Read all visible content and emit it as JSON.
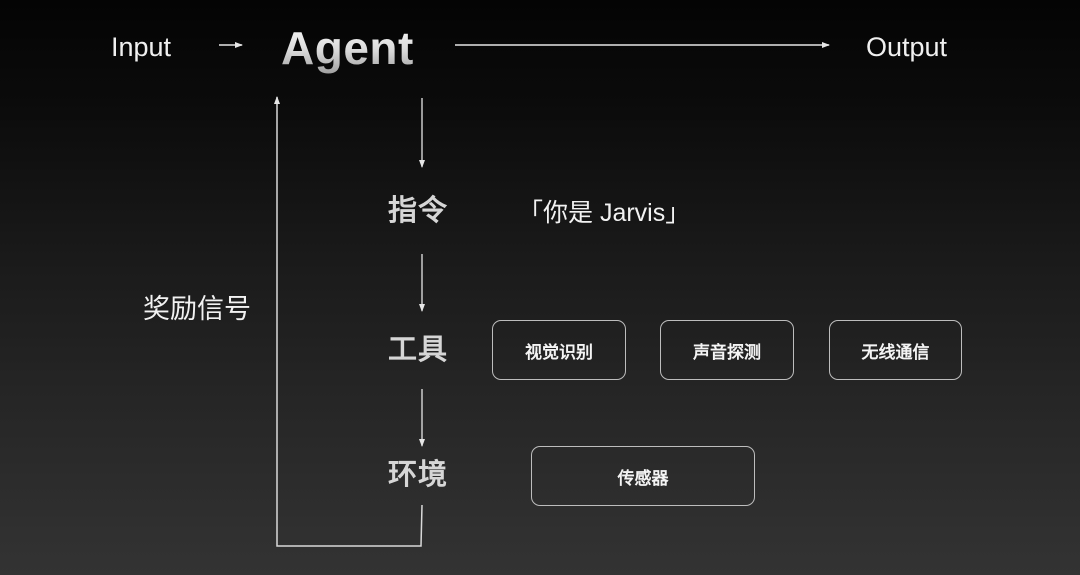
{
  "diagram": {
    "input_label": "Input",
    "agent_label": "Agent",
    "output_label": "Output",
    "feedback_label": "奖励信号",
    "steps": [
      {
        "label": "指令",
        "detail": "「你是 Jarvis」"
      },
      {
        "label": "工具",
        "items": [
          "视觉识别",
          "声音探测",
          "无线通信"
        ]
      },
      {
        "label": "环境",
        "items": [
          "传感器"
        ]
      }
    ]
  },
  "colors": {
    "background_top": "#040404",
    "background_bottom": "#333333",
    "text": "#f2f2f2",
    "step_text": "#d6d6d6",
    "box_border": "#bdbdbd",
    "arrow": "#e6e6e6"
  }
}
